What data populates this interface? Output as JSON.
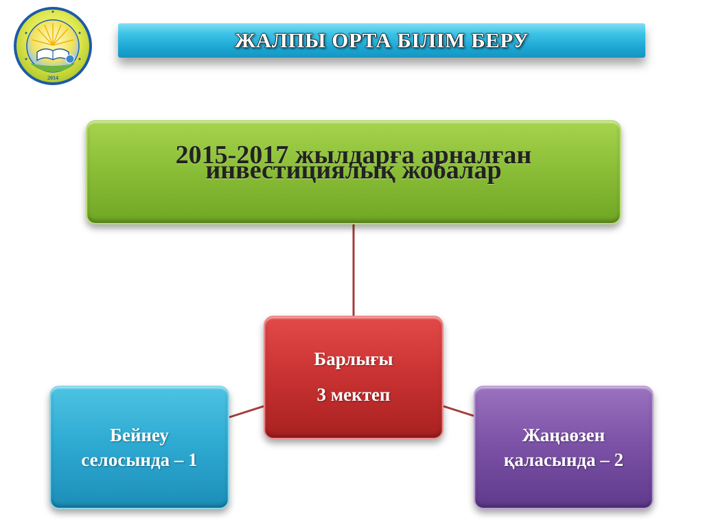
{
  "header": {
    "title": "ЖАЛПЫ ОРТА БІЛІМ БЕРУ",
    "logo_year": "2014"
  },
  "diagram": {
    "root": {
      "line1": "2015-2017 жылдарға арналған",
      "line2": "инвестициялық жобалар",
      "color": "#8cbf38"
    },
    "center": {
      "line1": "Барлығы",
      "line2": "3 мектеп",
      "color": "#cc3333"
    },
    "left": {
      "line1": "Бейнеу",
      "line2": "селосында – 1",
      "color": "#2fabd3"
    },
    "right": {
      "line1": "Жаңаөзен",
      "line2": "қаласында – 2",
      "color": "#7d53a8"
    },
    "connector_color": "#a83a3a"
  }
}
